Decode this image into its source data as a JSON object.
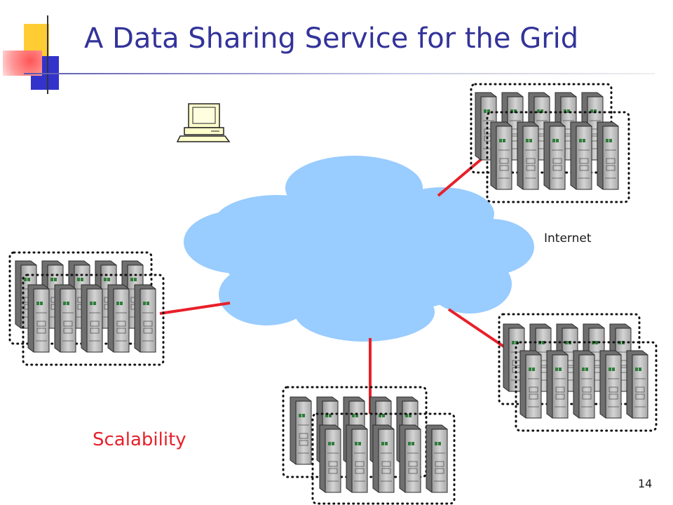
{
  "slide": {
    "title": "A Data Sharing Service for the Grid",
    "page_number": "14"
  },
  "diagram": {
    "cloud_label": "Internet",
    "annotation": "Scalability",
    "colors": {
      "title": "#33339a",
      "cloud": "#99ccff",
      "link": "#e8202a",
      "annotation": "#e8202a",
      "accent_yellow": "#ffcc33",
      "accent_blue": "#3333cc",
      "accent_red": "#ff3333"
    }
  }
}
